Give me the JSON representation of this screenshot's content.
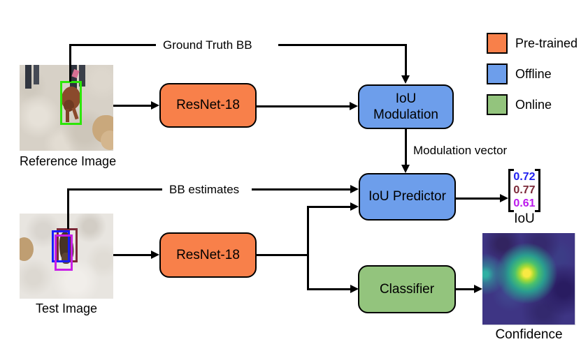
{
  "colors": {
    "pretrained": "#F8804A",
    "offline": "#6D9EEB",
    "online": "#93C47D",
    "bbox_green": "#2CE607",
    "bbox_blue": "#1A1AFF",
    "bbox_maroon": "#7B2838",
    "bbox_magenta": "#C81EE8"
  },
  "nodes": {
    "resnet_top": {
      "label": "ResNet-18"
    },
    "resnet_bottom": {
      "label": "ResNet-18"
    },
    "iou_modulation": {
      "label": "IoU\nModulation"
    },
    "iou_predictor": {
      "label": "IoU Predictor"
    },
    "classifier": {
      "label": "Classifier"
    }
  },
  "labels": {
    "ground_truth_bb": "Ground Truth BB",
    "bb_estimates": "BB estimates",
    "modulation_vector": "Modulation vector",
    "reference_image": "Reference Image",
    "test_image": "Test Image",
    "iou": "IoU",
    "confidence": "Confidence"
  },
  "legend": {
    "items": [
      {
        "label": "Pre-trained",
        "color": "#F8804A"
      },
      {
        "label": "Offline",
        "color": "#6D9EEB"
      },
      {
        "label": "Online",
        "color": "#93C47D"
      }
    ]
  },
  "iou_output": {
    "values": [
      {
        "value": "0.72",
        "color": "#2020F0"
      },
      {
        "value": "0.77",
        "color": "#7B2838"
      },
      {
        "value": "0.61",
        "color": "#BB19EC"
      }
    ]
  }
}
